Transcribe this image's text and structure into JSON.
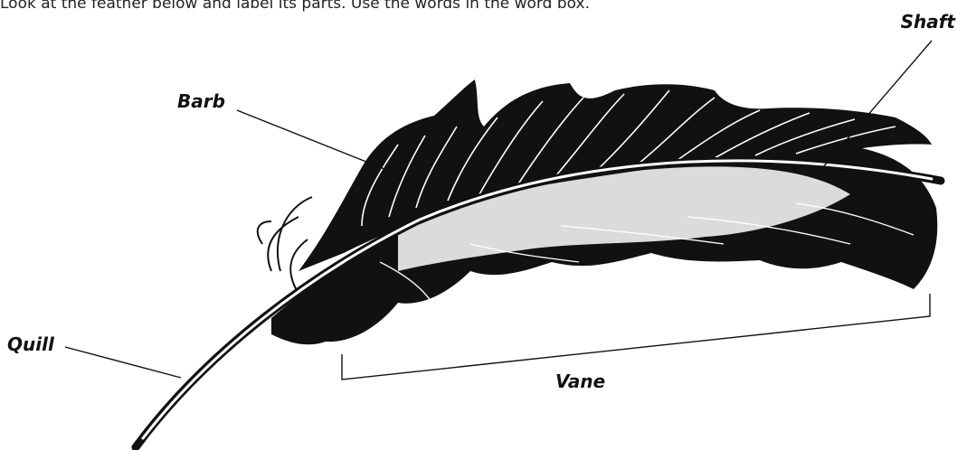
{
  "worksheet": {
    "instruction": "Look at the feather below and label its parts. Use the words in the word box."
  },
  "labels": {
    "shaft": "Shaft",
    "barb": "Barb",
    "quill": "Quill",
    "vane": "Vane"
  },
  "colors": {
    "ink": "#111111",
    "paper": "#ffffff"
  }
}
